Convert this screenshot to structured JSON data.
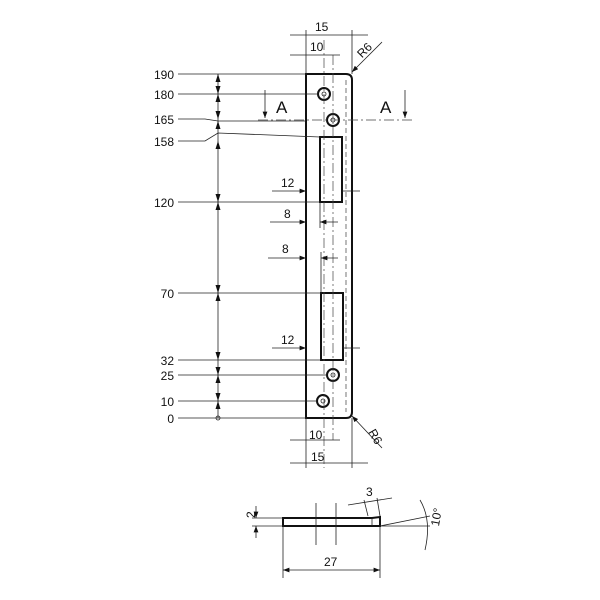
{
  "drawing": {
    "left_levels": [
      "190",
      "180",
      "165",
      "158",
      "120",
      "70",
      "32",
      "25",
      "10",
      "0"
    ],
    "top_dims": {
      "width_15": "15",
      "width_10": "10",
      "radius": "R6"
    },
    "bottom_dims": {
      "width_10": "10",
      "width_15": "15",
      "radius": "R6"
    },
    "slot_dims": {
      "upper_12": "12",
      "upper_8": "8",
      "lower_8": "8",
      "lower_12": "12"
    },
    "section_marks": {
      "left": "A",
      "right": "A"
    },
    "section_view": {
      "thickness": "2",
      "bevel": "3",
      "angle": "10°",
      "length": "27"
    }
  }
}
